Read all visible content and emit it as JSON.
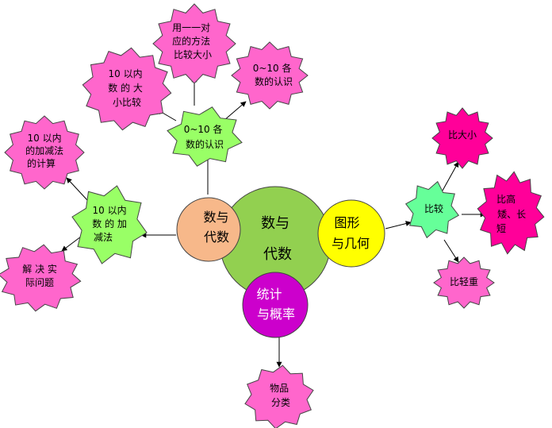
{
  "colors": {
    "green_circle": "#92d050",
    "orange_circle": "#f7b88a",
    "yellow_circle": "#ffff00",
    "purple_circle": "#cc00cc",
    "light_green_burst": "#99ff66",
    "pink_burst": "#ff66cc",
    "magenta_burst": "#ff0099",
    "teal_green_burst": "#66ff99",
    "arrow": "#000000"
  },
  "center": {
    "main": {
      "line1": "数与",
      "line2": "代数"
    },
    "number_algebra": {
      "line1": "数与",
      "line2": "代数"
    },
    "geometry": {
      "line1": "图形",
      "line2": "与几何"
    },
    "statistics": {
      "line1": "统计",
      "line2": "与概率"
    }
  },
  "nodes": {
    "recognize_0_10": {
      "line1": "0~10 各",
      "line2": "数的认识"
    },
    "one_to_one": {
      "line1": "用一一对",
      "line2": "应的方法",
      "line3": "比较大小"
    },
    "compare_within_10": {
      "line1": "10  以内",
      "line2": "数 的 大",
      "line3": "小比较"
    },
    "recognize_0_10_b": {
      "line1": "0~10 各",
      "line2": "数的认识"
    },
    "add_sub_within_10": {
      "line1": "10  以内",
      "line2": "数 的 加",
      "line3": "减法"
    },
    "add_sub_calc": {
      "line1": "10 以内",
      "line2": "的加减法",
      "line3": "的计算"
    },
    "solve_problems": {
      "line1": "解 决 实",
      "line2": "际问题"
    },
    "compare": {
      "line1": "比较"
    },
    "compare_size": {
      "line1": "比大小"
    },
    "compare_height": {
      "line1": "比高",
      "line2": "矮、长",
      "line3": "短"
    },
    "compare_weight": {
      "line1": "比轻重"
    },
    "classify": {
      "line1": "物品",
      "line2": "分类"
    }
  }
}
